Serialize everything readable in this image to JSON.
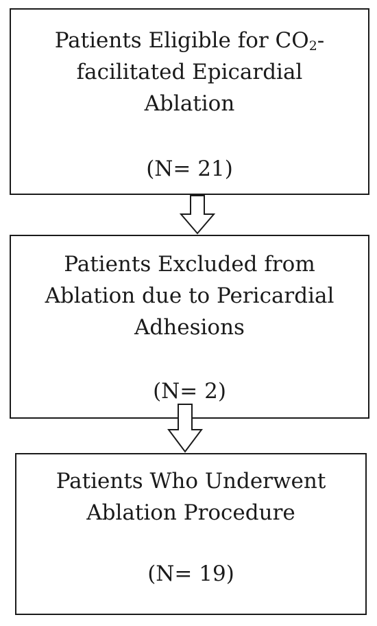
{
  "flowchart": {
    "steps": [
      {
        "title_lines": [
          "Patients Eligible for CO",
          "facilitated Epicardial",
          "Ablation"
        ],
        "title_subscript": "2",
        "title_suffix": "-",
        "count": "(N= 21)"
      },
      {
        "title_lines": [
          "Patients Excluded from",
          "Ablation due to Pericardial",
          "Adhesions"
        ],
        "count": "(N= 2)"
      },
      {
        "title_lines": [
          "Patients Who Underwent",
          "Ablation Procedure"
        ],
        "count": "(N= 19)"
      }
    ]
  }
}
